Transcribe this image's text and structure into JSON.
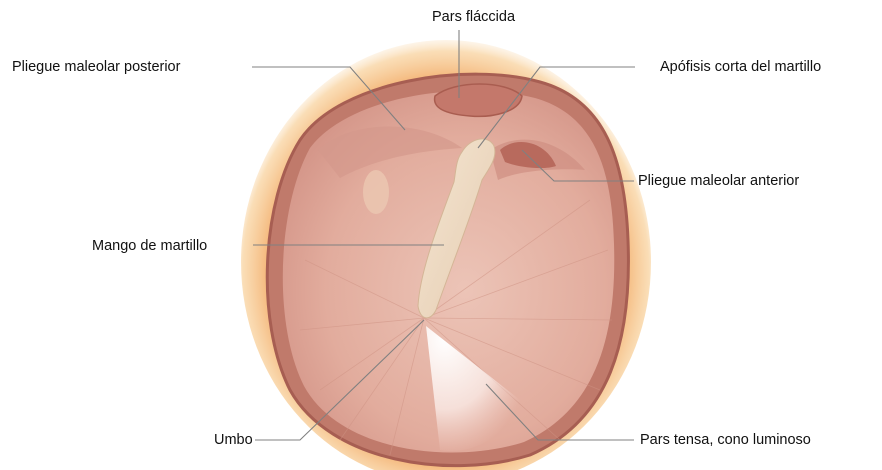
{
  "labels": {
    "pars_flaccida": "Pars  fláccida",
    "pliegue_posterior": "Pliegue maleolar posterior",
    "apofisis_corta": "Apófisis corta del martillo",
    "pliegue_anterior": "Pliegue maleolar anterior",
    "mango_martillo": "Mango de martillo",
    "umbo": "Umbo",
    "pars_tensa": "Pars tensa, cono luminoso"
  },
  "colors": {
    "outer_glow": "#f6c17a",
    "membrane_rim": "#b5695c",
    "membrane": "#e7b7a9",
    "membrane_dark": "#d99f92",
    "malleus": "#efdcc4",
    "leader_line": "#808080",
    "label_text": "#111111"
  }
}
